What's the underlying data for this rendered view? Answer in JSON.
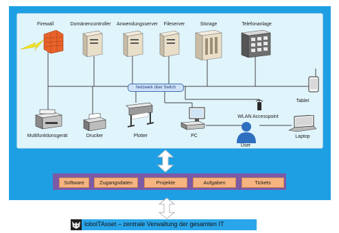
{
  "devices": {
    "firewall": "Firewall",
    "domaincontroller": "Domänencontroller",
    "appserver": "Anwendungsserver",
    "fileserver": "Fileserver",
    "storage": "Storage",
    "phone_system": "Telefonanlage",
    "tablet": "Tablet",
    "switch": "Netzwerk über Switch",
    "mfp": "Multifunktionsgerät",
    "printer": "Drucker",
    "plotter": "Plotter",
    "pc": "PC",
    "wlan": "WLAN Accesspoint",
    "user": "User",
    "laptop": "Laptop"
  },
  "modules": [
    "Software",
    "Zugangsdaten",
    "Projekte",
    "Aufgaben",
    "Tickets"
  ],
  "caption": "lobolTAsset – zentrale Verwaltung der gesamten IT",
  "colors": {
    "main_panel": "#1f9fe3",
    "network_panel": "#e0f4fb",
    "module_bar": "#7c5aa6",
    "module_box": "#f6b481",
    "caption_bar": "#2aa6ea"
  }
}
